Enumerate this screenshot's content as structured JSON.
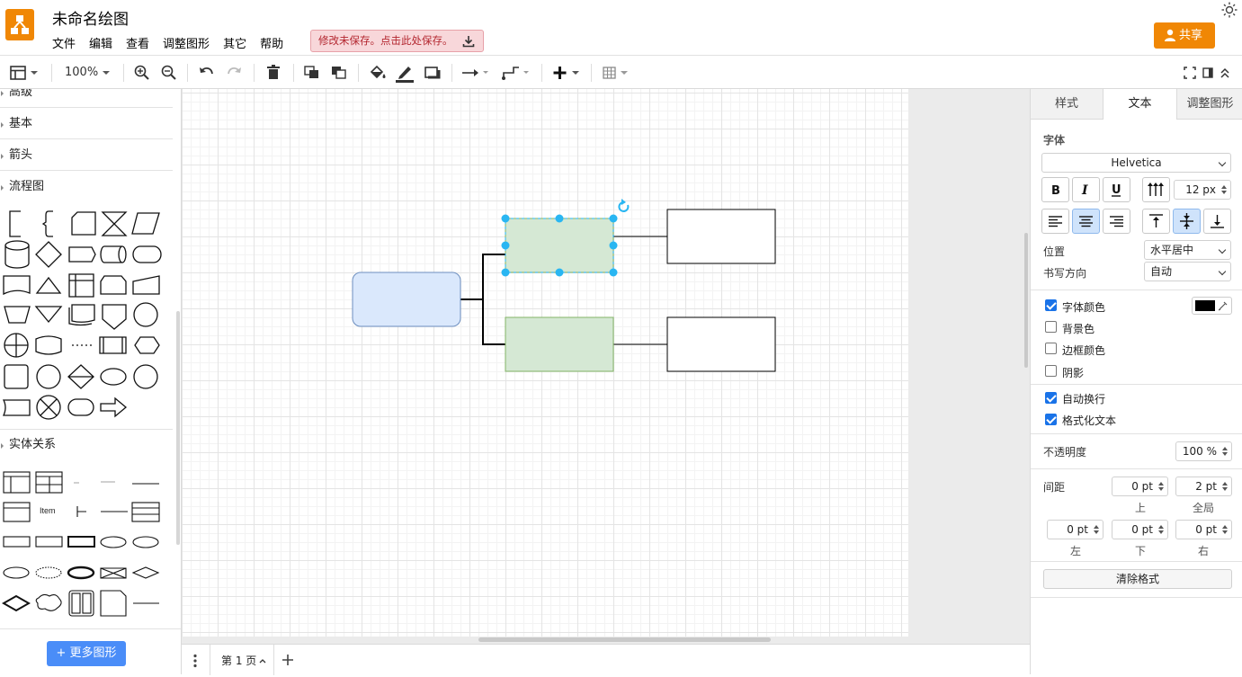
{
  "app": {
    "title": "未命名绘图",
    "menu": [
      "文件",
      "编辑",
      "查看",
      "调整图形",
      "其它",
      "帮助"
    ],
    "save_warning": "修改未保存。点击此处保存。",
    "share_label": "共享"
  },
  "toolbar": {
    "zoom": "100%",
    "buttons": [
      "format-panel-toggle",
      "zoom-in",
      "zoom-out",
      "undo",
      "redo",
      "delete",
      "to-front",
      "to-back",
      "fill-color",
      "line-color",
      "shadow",
      "connection",
      "waypoints",
      "insert",
      "table"
    ]
  },
  "sidebar": {
    "sections": [
      {
        "title": "高级"
      },
      {
        "title": "基本"
      },
      {
        "title": "箭头"
      },
      {
        "title": "流程图"
      },
      {
        "title": "实体关系"
      }
    ],
    "er_item_label": "Item",
    "more_shapes": "+ 更多图形"
  },
  "canvas": {
    "page_tab": "第 1 页",
    "shapes": [
      {
        "id": "root",
        "fill": "#dae8fc",
        "stroke": "#6c8ebf"
      },
      {
        "id": "branch-top",
        "fill": "#d5e8d4",
        "stroke": "#82b366",
        "selected": true
      },
      {
        "id": "branch-bottom",
        "fill": "#d5e8d4",
        "stroke": "#82b366"
      },
      {
        "id": "leaf-top",
        "fill": "#ffffff",
        "stroke": "#000000"
      },
      {
        "id": "leaf-bottom",
        "fill": "#ffffff",
        "stroke": "#000000"
      }
    ]
  },
  "format_panel": {
    "tabs": [
      "样式",
      "文本",
      "调整图形"
    ],
    "active_tab": "文本",
    "font_label": "字体",
    "font_family": "Helvetica",
    "font_size": "12 px",
    "position_label": "位置",
    "position_value": "水平居中",
    "direction_label": "书写方向",
    "direction_value": "自动",
    "font_color_label": "字体颜色",
    "font_color_checked": true,
    "font_color": "#000000",
    "background_label": "背景色",
    "background_checked": false,
    "border_label": "边框颜色",
    "border_checked": false,
    "shadow_label": "阴影",
    "shadow_checked": false,
    "wrap_label": "自动换行",
    "wrap_checked": true,
    "formatted_label": "格式化文本",
    "formatted_checked": true,
    "opacity_label": "不透明度",
    "opacity_value": "100 %",
    "spacing_label": "间距",
    "spacing_top": "0 pt",
    "spacing_global": "2 pt",
    "spacing_left": "0 pt",
    "spacing_bottom": "0 pt",
    "spacing_right": "0 pt",
    "top_label": "上",
    "global_label": "全局",
    "left_label": "左",
    "bottom_label": "下",
    "right_label": "右",
    "clear_format": "清除格式"
  },
  "colors": {
    "brand": "#f08705",
    "selection": "#29b6f2",
    "accent_button": "#4a8df8"
  }
}
